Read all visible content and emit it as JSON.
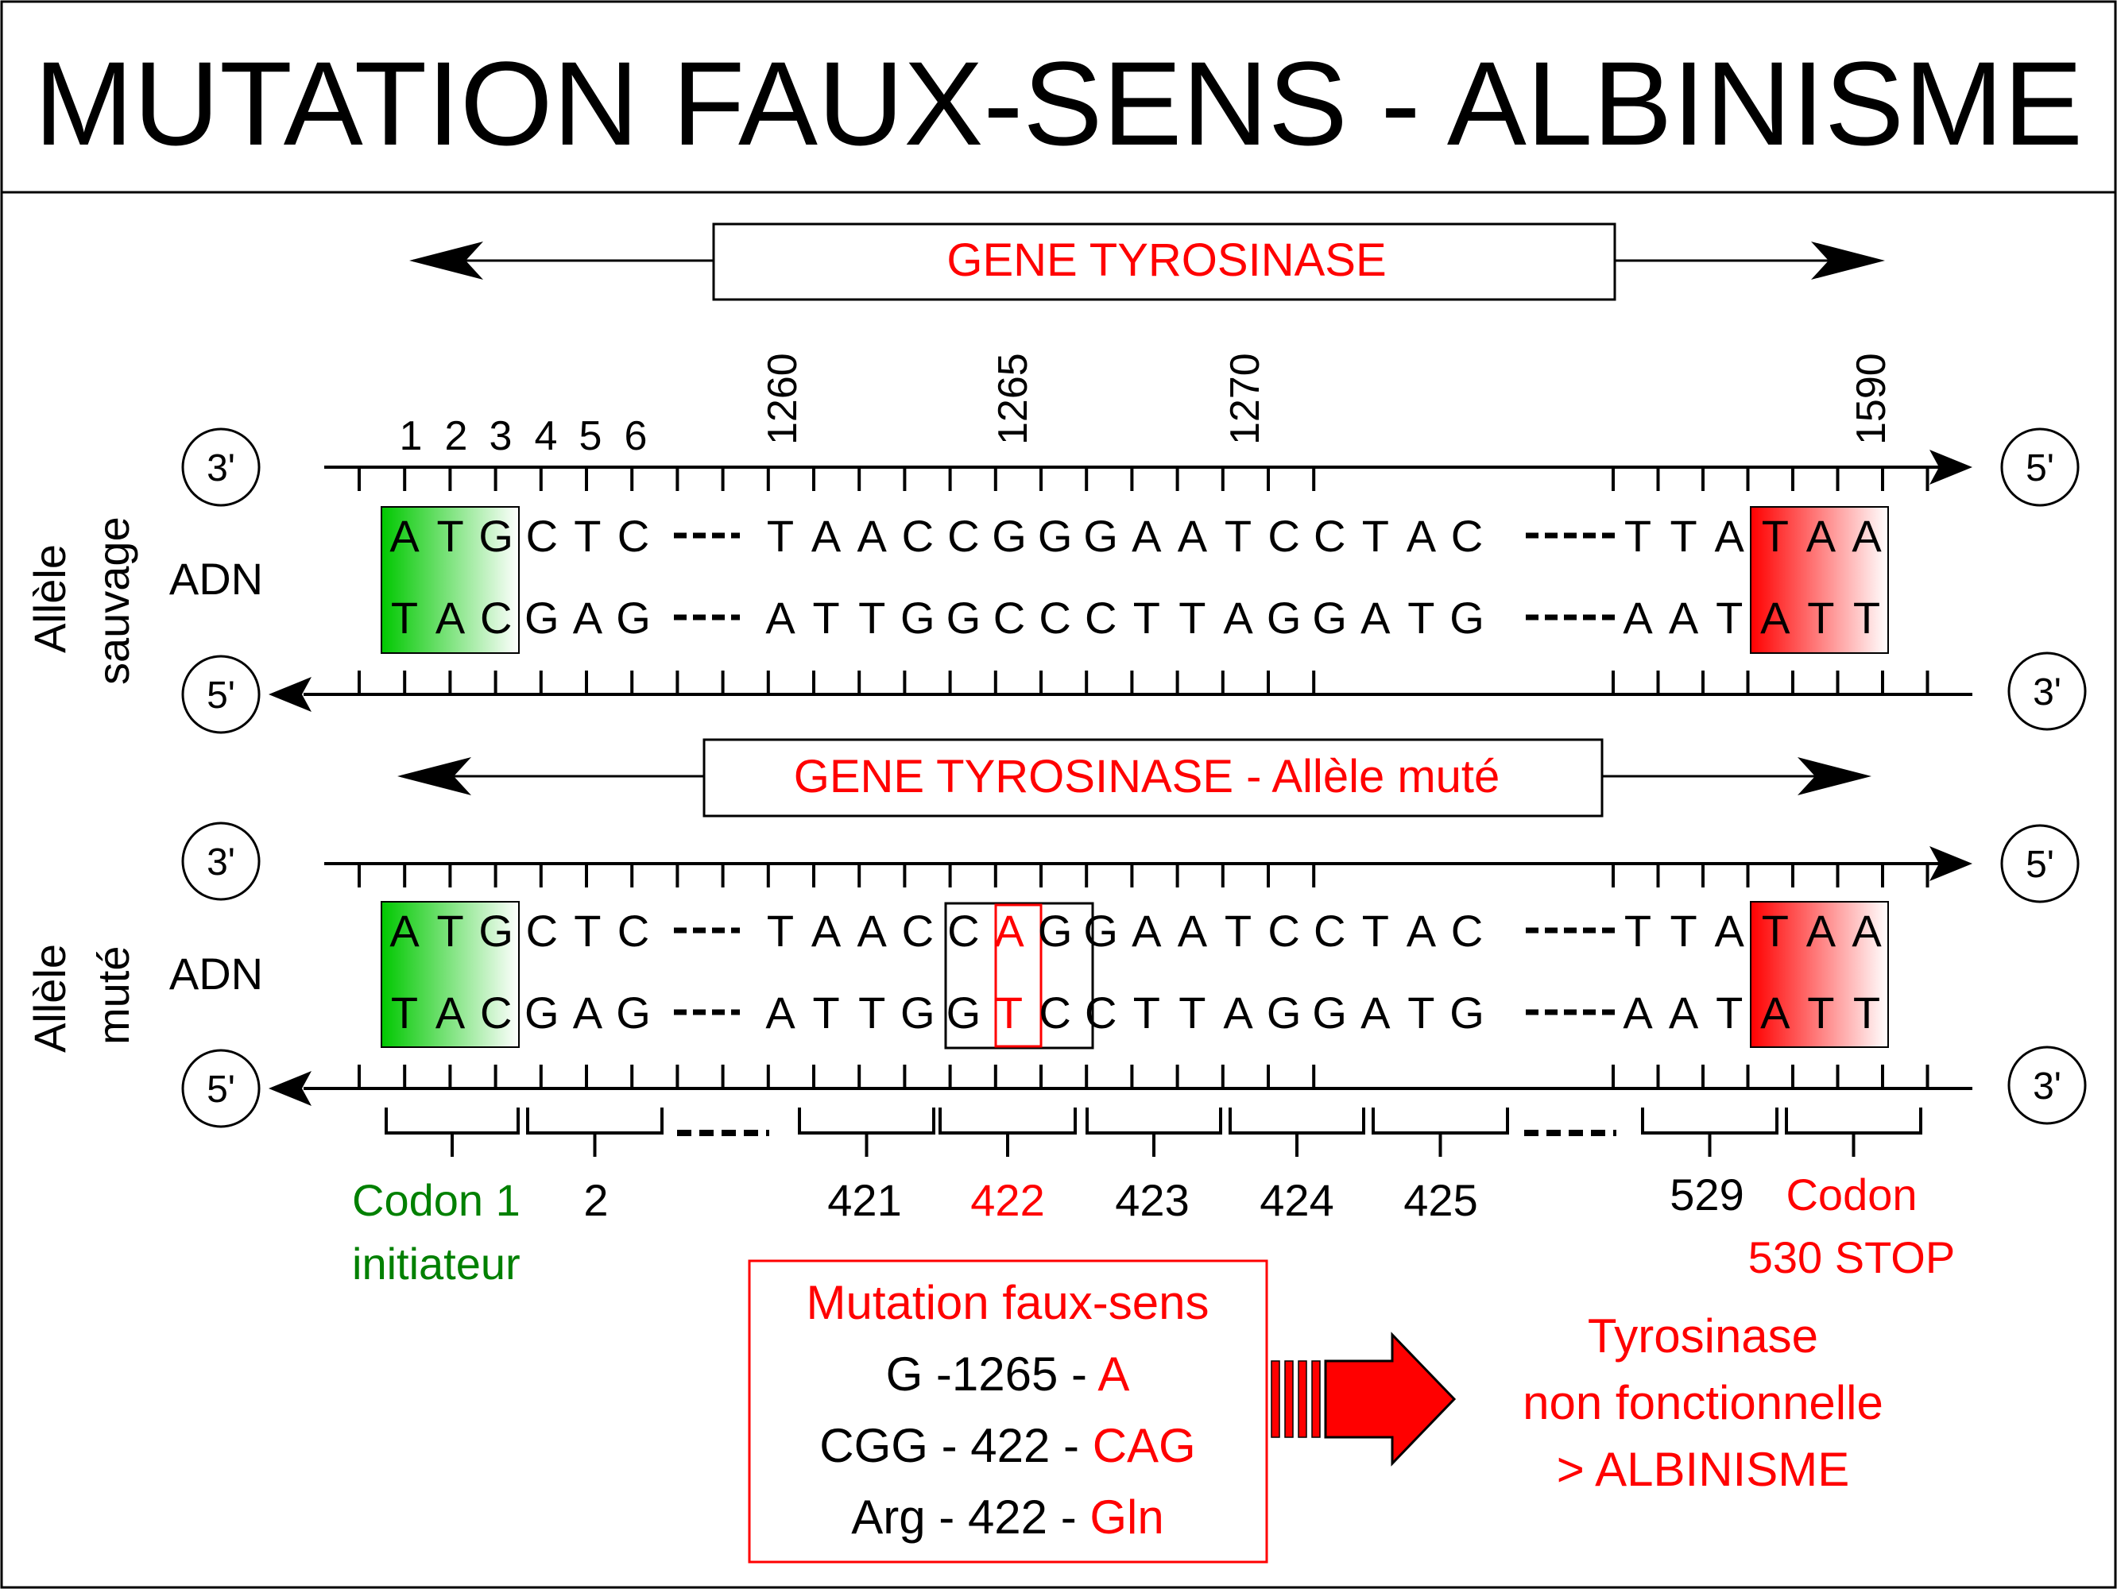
{
  "title": "MUTATION FAUX-SENS - ALBINISME",
  "colors": {
    "red": "#ff0000",
    "green": "#008000",
    "black": "#000000"
  },
  "gene_label": "GENE TYROSINASE",
  "gene_label_mutant": "GENE TYROSINASE - Allèle muté",
  "prime3": "3'",
  "prime5": "5'",
  "adn": "ADN",
  "sides": {
    "wild": [
      "Allèle",
      "sauvage"
    ],
    "mutant": [
      "Allèle",
      "muté"
    ]
  },
  "top_positions": [
    "1",
    "2",
    "3",
    "4",
    "5",
    "6"
  ],
  "rotated_positions": [
    "1260",
    "1265",
    "1270",
    "1590"
  ],
  "wild": {
    "top": [
      "A",
      "T",
      "G",
      "C",
      "T",
      "C",
      "",
      "T",
      "A",
      "A",
      "C",
      "C",
      "G",
      "G",
      "G",
      "A",
      "A",
      "T",
      "C",
      "C",
      "T",
      "A",
      "C",
      "",
      "T",
      "T",
      "A",
      "T",
      "A",
      "A"
    ],
    "bottom": [
      "T",
      "A",
      "C",
      "G",
      "A",
      "G",
      "",
      "A",
      "T",
      "T",
      "G",
      "G",
      "C",
      "C",
      "C",
      "T",
      "T",
      "A",
      "G",
      "G",
      "A",
      "T",
      "G",
      "",
      "A",
      "A",
      "T",
      "A",
      "T",
      "T"
    ]
  },
  "mutant": {
    "top": [
      "A",
      "T",
      "G",
      "C",
      "T",
      "C",
      "",
      "T",
      "A",
      "A",
      "C",
      "C",
      "A",
      "G",
      "G",
      "A",
      "A",
      "T",
      "C",
      "C",
      "T",
      "A",
      "C",
      "",
      "T",
      "T",
      "A",
      "T",
      "A",
      "A"
    ],
    "bottom": [
      "T",
      "A",
      "C",
      "G",
      "A",
      "G",
      "",
      "A",
      "T",
      "T",
      "G",
      "G",
      "T",
      "C",
      "C",
      "T",
      "T",
      "A",
      "G",
      "G",
      "A",
      "T",
      "G",
      "",
      "A",
      "A",
      "T",
      "A",
      "T",
      "T"
    ]
  },
  "codons": {
    "codon1_line1": "Codon 1",
    "codon1_line2": "initiateur",
    "n2": "2",
    "n421": "421",
    "n422": "422",
    "n423": "423",
    "n424": "424",
    "n425": "425",
    "n529": "529",
    "stop_line1": "Codon",
    "stop_line2": "530 STOP"
  },
  "mutation_box": {
    "title": "Mutation faux-sens",
    "line1_black": "G -1265 - ",
    "line1_red": "A",
    "line2_black": "CGG - 422 - ",
    "line2_red": "CAG",
    "line3_black": "Arg - 422 - ",
    "line3_red": "Gln"
  },
  "result": [
    "Tyrosinase",
    "non fonctionnelle",
    "> ALBINISME"
  ]
}
